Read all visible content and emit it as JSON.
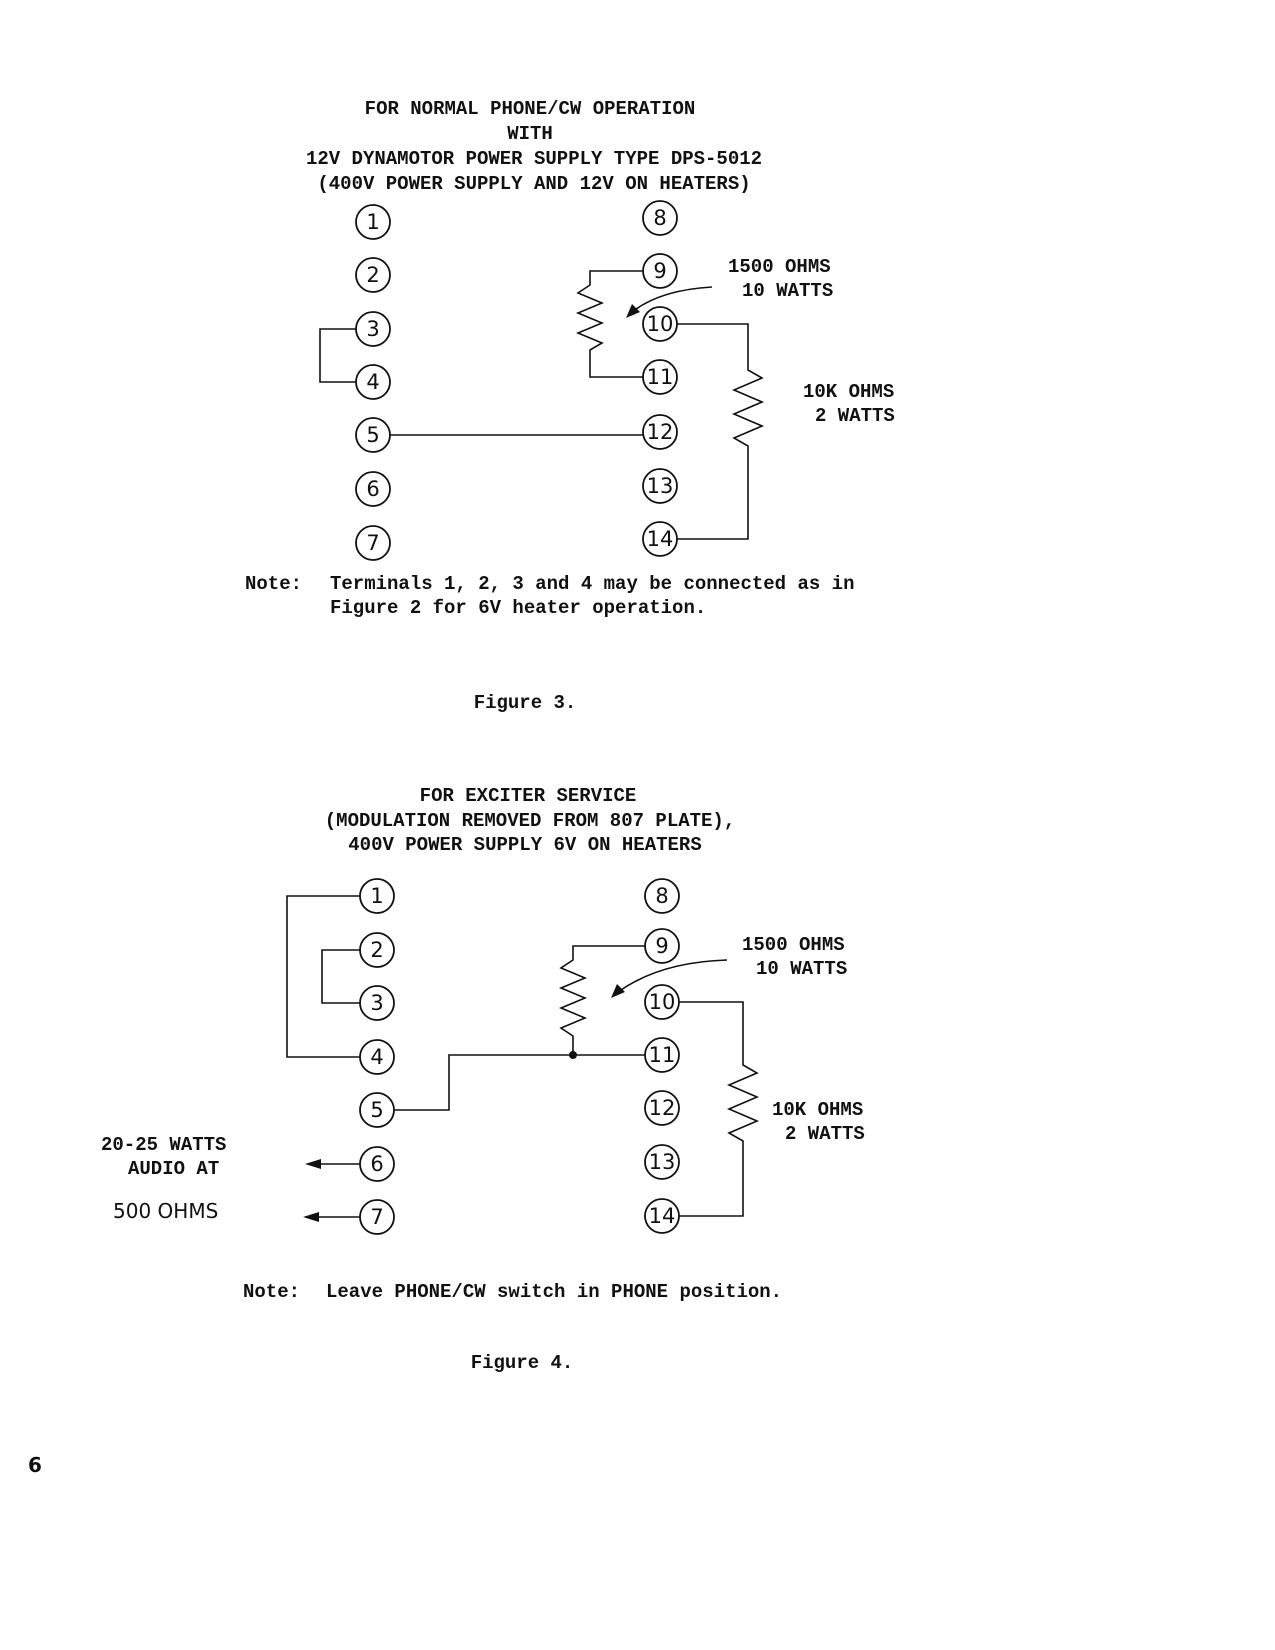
{
  "figure3": {
    "heading": [
      "FOR NORMAL PHONE/CW OPERATION",
      "WITH",
      "12V DYNAMOTOR POWER SUPPLY TYPE DPS-5012",
      "(400V POWER SUPPLY AND 12V ON HEATERS)"
    ],
    "terminals_left": [
      "1",
      "2",
      "3",
      "4",
      "5",
      "6",
      "7"
    ],
    "terminals_right": [
      "8",
      "9",
      "10",
      "11",
      "12",
      "13",
      "14"
    ],
    "resistor1": [
      "1500 OHMS",
      "10 WATTS"
    ],
    "resistor2": [
      "10K OHMS",
      "2 WATTS"
    ],
    "note_label": "Note:",
    "note": [
      "Terminals 1, 2, 3 and 4 may be connected as in",
      "Figure 2 for 6V heater operation."
    ],
    "caption": "Figure 3."
  },
  "figure4": {
    "heading": [
      "FOR EXCITER SERVICE",
      "(MODULATION REMOVED FROM 807 PLATE),",
      "400V POWER SUPPLY 6V ON HEATERS"
    ],
    "terminals_left": [
      "1",
      "2",
      "3",
      "4",
      "5",
      "6",
      "7"
    ],
    "terminals_right": [
      "8",
      "9",
      "10",
      "11",
      "12",
      "13",
      "14"
    ],
    "resistor1": [
      "1500 OHMS",
      "10 WATTS"
    ],
    "resistor2": [
      "10K OHMS",
      "2 WATTS"
    ],
    "audio": [
      "20-25 WATTS",
      "AUDIO AT",
      "500 OHMS"
    ],
    "note_label": "Note:",
    "note": "Leave PHONE/CW switch in PHONE position.",
    "caption": "Figure 4."
  },
  "page_number": "6"
}
